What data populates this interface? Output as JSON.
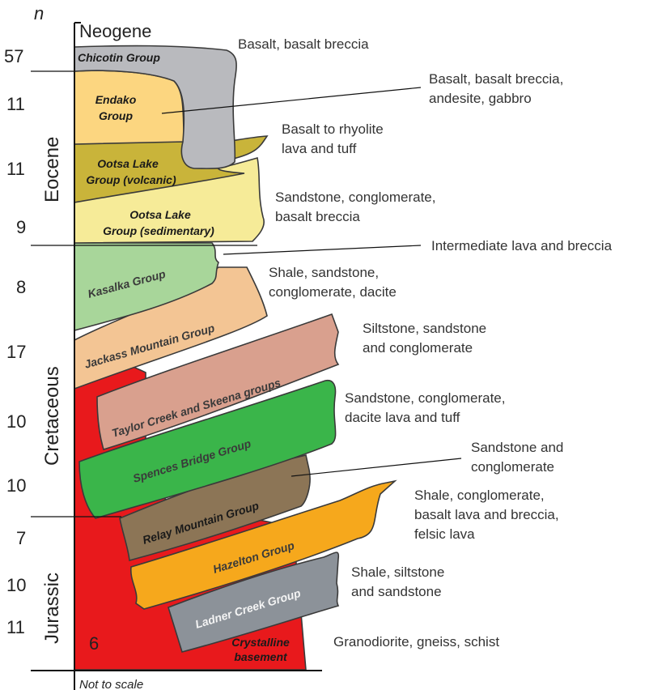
{
  "n_label": "n",
  "top_label": "Neogene",
  "scale_note": "Not to scale",
  "periods": {
    "eocene": "Eocene",
    "cretaceous": "Cretaceous",
    "jurassic": "Jurassic"
  },
  "counts": [
    "57",
    "11",
    "11",
    "9",
    "8",
    "17",
    "10",
    "10",
    "7",
    "10",
    "11"
  ],
  "basement_count": "6",
  "groups": {
    "chicotin": "Chicotin Group",
    "endako_1": "Endako",
    "endako_2": "Group",
    "ootsa_volc_1": "Ootsa Lake",
    "ootsa_volc_2": "Group (volcanic)",
    "ootsa_sed_1": "Ootsa Lake",
    "ootsa_sed_2": "Group (sedimentary)",
    "kasalka": "Kasalka Group",
    "jackass": "Jackass Mountain Group",
    "taylor": "Taylor Creek and Skeena groups",
    "spences": "Spences Bridge Group",
    "relay": "Relay Mountain Group",
    "hazelton": "Hazelton Group",
    "ladner": "Ladner Creek Group",
    "basement_1": "Crystalline",
    "basement_2": "basement"
  },
  "lithology": {
    "chicotin": [
      "Basalt, basalt breccia"
    ],
    "endako": [
      "Basalt, basalt breccia,",
      "andesite, gabbro"
    ],
    "ootsa_volc": [
      "Basalt to rhyolite",
      "lava and tuff"
    ],
    "ootsa_sed": [
      "Sandstone, conglomerate,",
      "basalt breccia"
    ],
    "kasalka": [
      "Intermediate lava and breccia"
    ],
    "jackass": [
      "Shale, sandstone,",
      "conglomerate, dacite"
    ],
    "taylor": [
      "Siltstone, sandstone",
      "and conglomerate"
    ],
    "spences": [
      "Sandstone, conglomerate,",
      "dacite lava and tuff"
    ],
    "relay": [
      "Sandstone and",
      "conglomerate"
    ],
    "hazelton": [
      "Shale, conglomerate,",
      "basalt lava and breccia,",
      "felsic lava"
    ],
    "ladner": [
      "Shale, siltstone",
      "and sandstone"
    ],
    "basement": [
      "Granodiorite, gneiss, schist"
    ]
  },
  "colors": {
    "basement": "#e8191c",
    "chicotin": "#b9babe",
    "endako": "#fcd680",
    "ootsa_volc": "#c9b43a",
    "ootsa_sed": "#f6eb98",
    "kasalka": "#a8d69a",
    "jackass": "#f3c594",
    "taylor": "#d9a08e",
    "spences": "#3ab54a",
    "relay": "#8c7556",
    "hazelton": "#f6a81c",
    "ladner": "#8c9299"
  }
}
